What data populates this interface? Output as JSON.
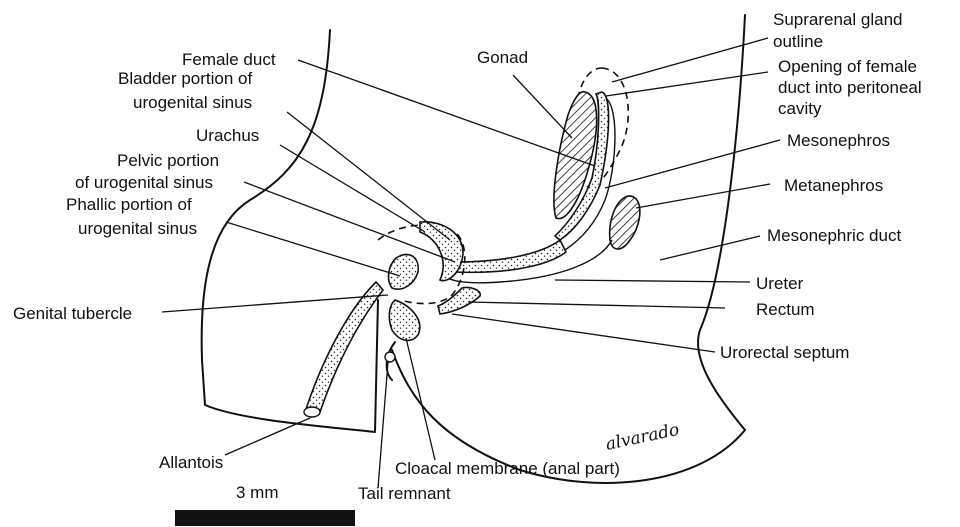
{
  "labels": {
    "suprarenal": [
      "Suprarenal gland",
      "outline"
    ],
    "gonad": "Gonad",
    "female_duct": "Female duct",
    "bladder": [
      "Bladder portion of",
      "urogenital sinus"
    ],
    "opening": [
      "Opening of female",
      "duct into peritoneal",
      "cavity"
    ],
    "urachus": "Urachus",
    "mesonephros": "Mesonephros",
    "pelvic": [
      "Pelvic portion",
      "of urogenital sinus"
    ],
    "metanephros": "Metanephros",
    "phallic": [
      "Phallic portion of",
      "urogenital sinus"
    ],
    "mesonephric_duct": "Mesonephric duct",
    "ureter": "Ureter",
    "rectum": "Rectum",
    "genital_tubercle": "Genital tubercle",
    "urorectal_septum": "Urorectal septum",
    "allantois": "Allantois",
    "cloacal_membrane": "Cloacal membrane (anal part)",
    "tail_remnant": "Tail remnant"
  },
  "scale_bar": {
    "label": "3 mm",
    "color": "#111111"
  },
  "signature": "alvarado"
}
